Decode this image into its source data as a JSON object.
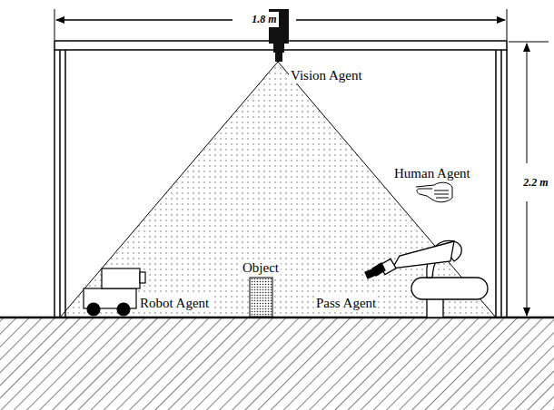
{
  "diagram": {
    "labels": [
      "1.8 m",
      "2.2 m",
      "Vision Agent",
      "Human Agent",
      "Object",
      "Robot Agent",
      "Pass Agent"
    ]
  }
}
